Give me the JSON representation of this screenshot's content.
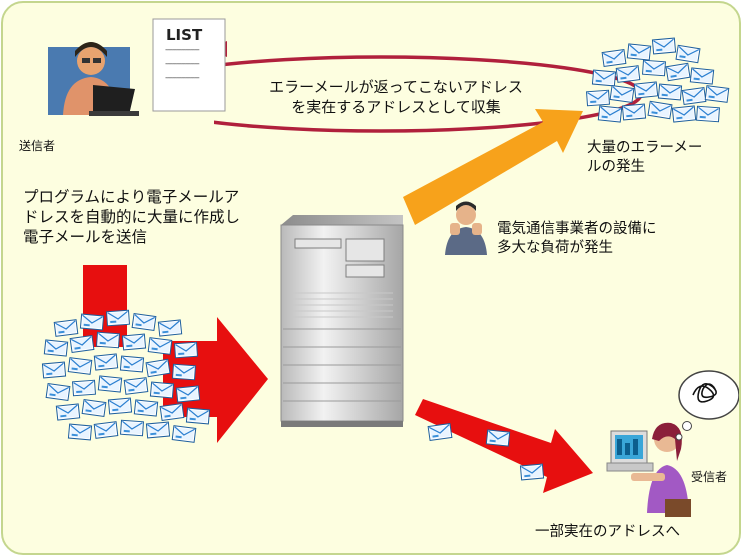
{
  "sender": {
    "label": "送信者"
  },
  "receiver": {
    "label": "受信者"
  },
  "list_doc": {
    "title": "LIST",
    "lines": [
      "---------------",
      "---------------",
      "---------------"
    ]
  },
  "harvest_note": "エラーメールが返ってこないアドレス\nを実在するアドレスとして収集",
  "program_caption": "プログラムにより電子メールア\nドレスを自動的に大量に作成し\n電子メールを送信",
  "error_mail_caption": "大量のエラーメー\nルの発生",
  "carrier_caption": "電気通信事業者の設備に\n多大な負荷が発生",
  "delivered_caption": "一部実在のアドレスへ",
  "icons": [
    "man-at-laptop-icon",
    "list-document-icon",
    "server-tower-icon",
    "stressed-man-icon",
    "woman-at-computer-icon",
    "tangled-thought-icon",
    "envelope-icon"
  ],
  "colors": {
    "background": "#fdfee0",
    "border": "#c4d68e",
    "red_arrow": "#e70f0f",
    "orange_arrow": "#f7a21b",
    "return_arrow": "#b0203c",
    "envelope_blue": "#3a8fd9"
  }
}
